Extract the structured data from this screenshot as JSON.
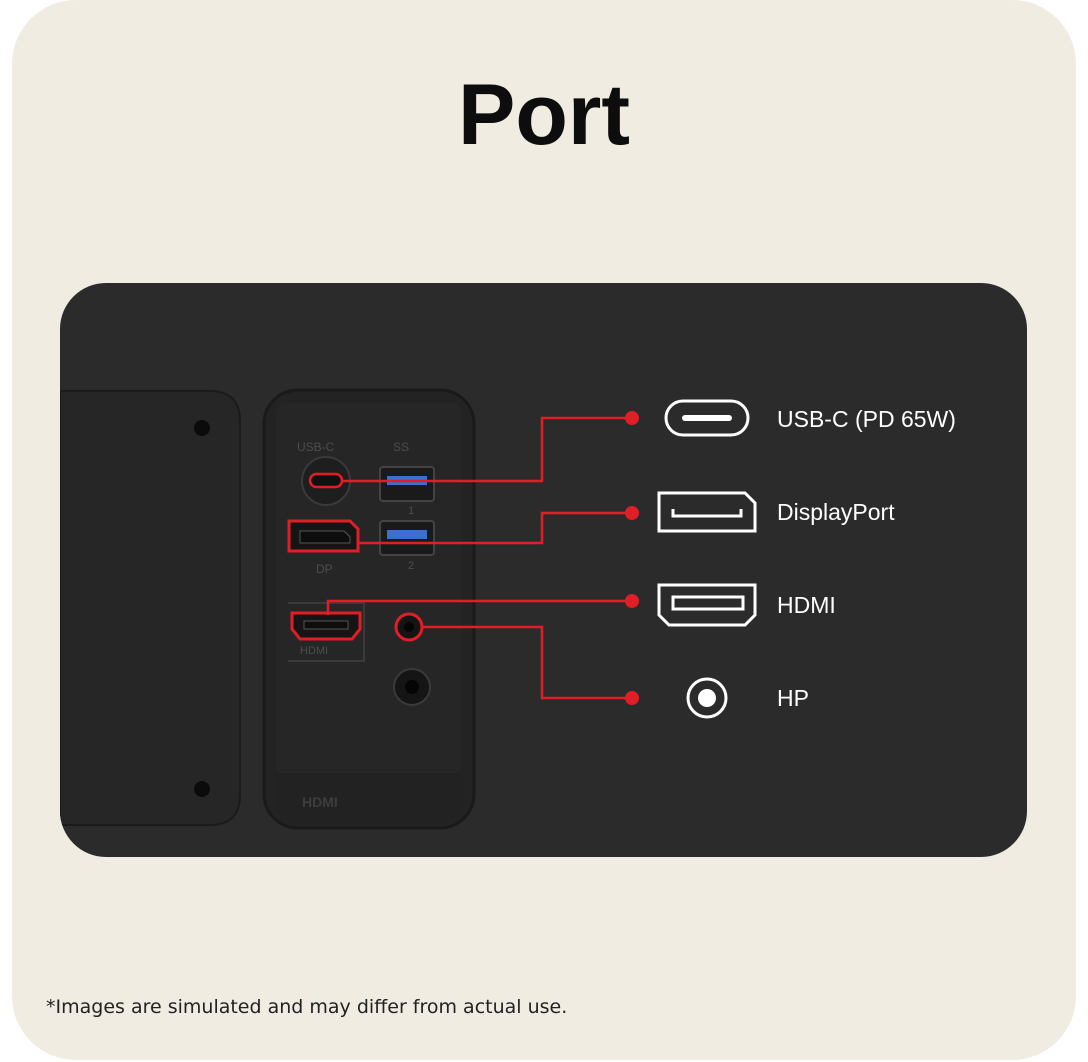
{
  "title": "Port",
  "ports": [
    {
      "label": "USB-C (PD 65W)",
      "icon": "usb-c-port-icon"
    },
    {
      "label": "DisplayPort",
      "icon": "displayport-port-icon"
    },
    {
      "label": "HDMI",
      "icon": "hdmi-port-icon"
    },
    {
      "label": "HP",
      "icon": "headphone-jack-icon"
    }
  ],
  "panel_markings": {
    "usb_c": "USB-C",
    "ss": "SS",
    "dp": "DP",
    "hdmi": "HDMI",
    "usb_num_1": "1",
    "usb_num_2": "2",
    "hdmi_logo": "HDMI"
  },
  "colors": {
    "accent_red": "#e01e26",
    "panel": "#2b2b2b",
    "background": "#f1ece1"
  },
  "footnote": "*Images are simulated and may differ from actual use."
}
